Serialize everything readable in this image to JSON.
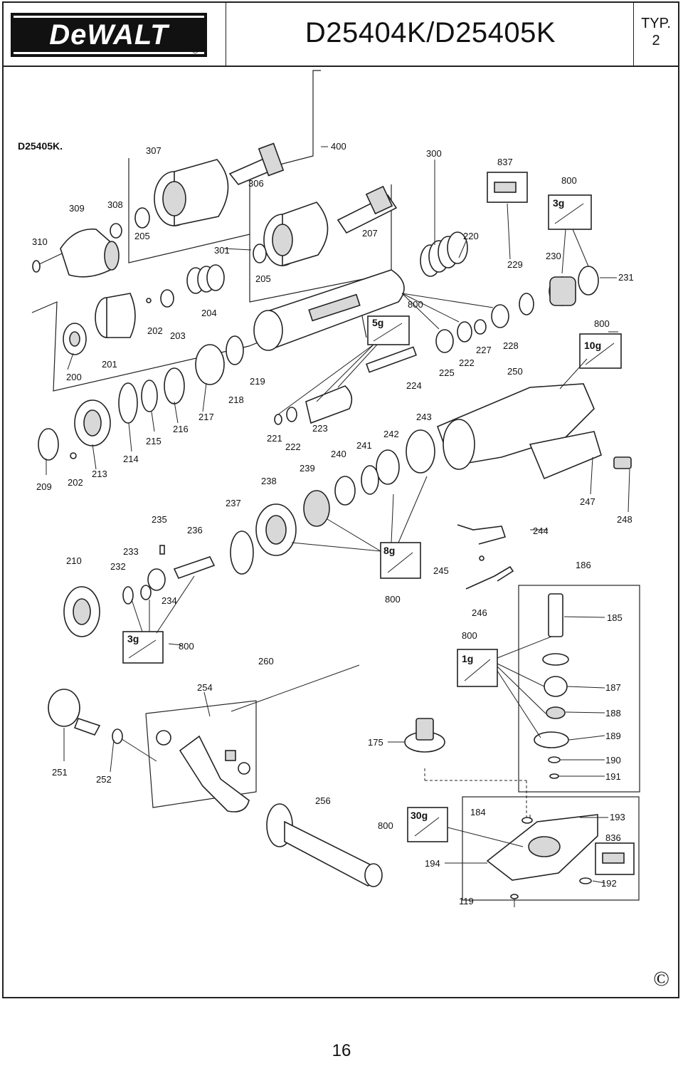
{
  "header": {
    "brand": "DeWALT",
    "model": "D25404K/D25405K",
    "type_label": "TYP.",
    "type_number": "2"
  },
  "diagram": {
    "variant_label": "D25405K.",
    "labels": [
      "307",
      "400",
      "300",
      "837",
      "800",
      "306",
      "309",
      "308",
      "3g",
      "310",
      "205",
      "301",
      "207",
      "220",
      "230",
      "229",
      "231",
      "205",
      "800",
      "204",
      "5g",
      "202",
      "203",
      "800",
      "227",
      "228",
      "10g",
      "222",
      "200",
      "201",
      "225",
      "250",
      "219",
      "224",
      "218",
      "243",
      "217",
      "216",
      "221",
      "223",
      "242",
      "215",
      "222",
      "241",
      "240",
      "214",
      "239",
      "209",
      "202",
      "213",
      "238",
      "247",
      "237",
      "235",
      "248",
      "236",
      "244",
      "210",
      "233",
      "8g",
      "232",
      "234",
      "245",
      "186",
      "800",
      "185",
      "246",
      "800",
      "3g",
      "800",
      "1g",
      "260",
      "254",
      "187",
      "188",
      "189",
      "175",
      "251",
      "190",
      "252",
      "191",
      "256",
      "184",
      "193",
      "30g",
      "800",
      "836",
      "194",
      "192",
      "119"
    ],
    "sheet_footer_symbol": "©"
  },
  "footer": {
    "page_number": "16"
  }
}
